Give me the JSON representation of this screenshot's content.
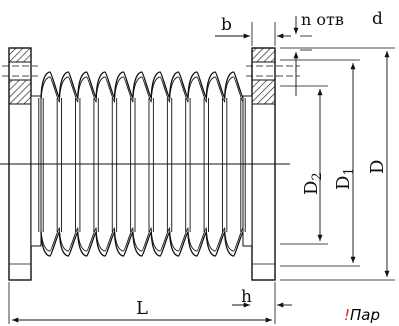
{
  "labels": {
    "b": "b",
    "n_holes": "n отв",
    "d": "d",
    "D2": "D",
    "D2_sub": "2",
    "D1": "D",
    "D1_sub": "1",
    "D": "D",
    "L": "L",
    "h": "h"
  },
  "note": {
    "mark": "!",
    "text": "Пар"
  },
  "colors": {
    "line": "#111111",
    "hatch": "#222222",
    "note_mark": "#dd2222"
  }
}
